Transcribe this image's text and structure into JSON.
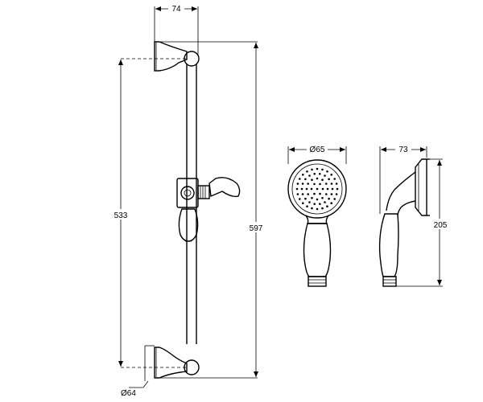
{
  "dimensions": {
    "bracket_width": "74",
    "rail_length": "597",
    "bracket_spacing": "533",
    "base_diameter": "Ø64",
    "head_diameter": "Ø65",
    "handset_depth": "73",
    "handset_length": "205"
  }
}
